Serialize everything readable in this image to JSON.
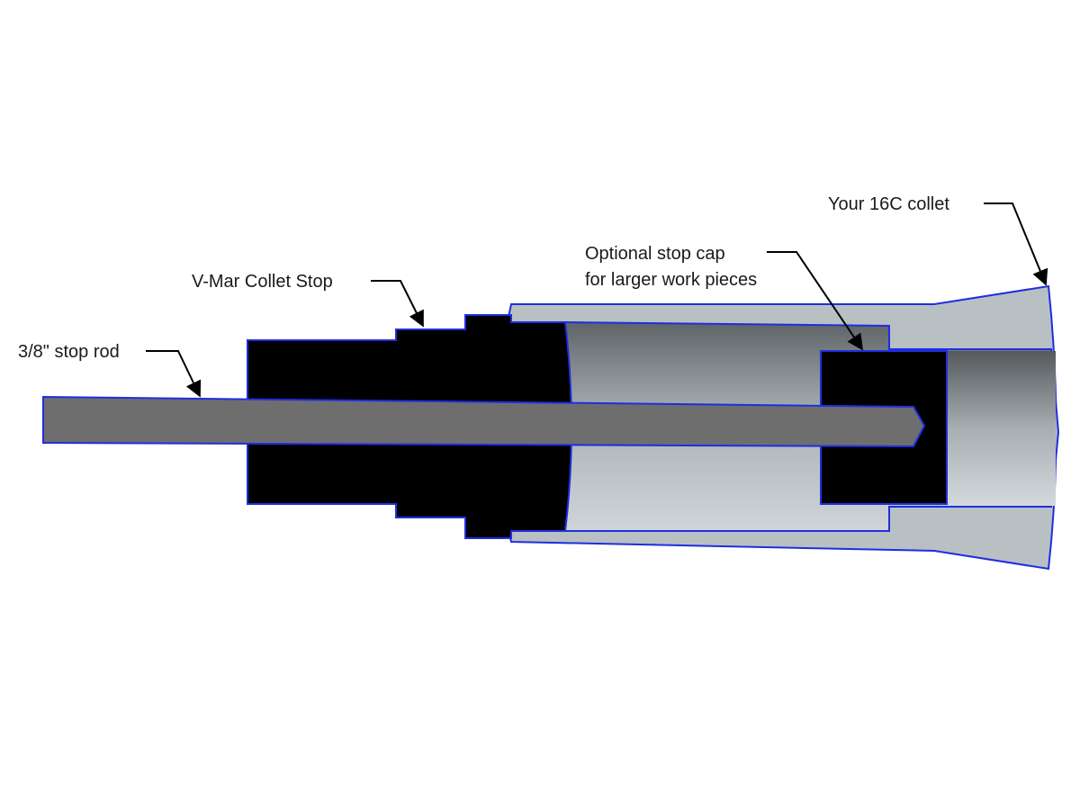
{
  "labels": {
    "stop_rod": "3/8\" stop rod",
    "collet_stop": "V-Mar Collet Stop",
    "stop_cap_line1": "Optional stop cap",
    "stop_cap_line2": "for larger work pieces",
    "collet": "Your 16C collet"
  },
  "colors": {
    "outline": "#1f2ee0",
    "stop_body": "#000000",
    "rod": "#6e6e6e",
    "collet_light": "#b9c0c3",
    "leader": "#000000",
    "text": "#1a1a1a"
  }
}
